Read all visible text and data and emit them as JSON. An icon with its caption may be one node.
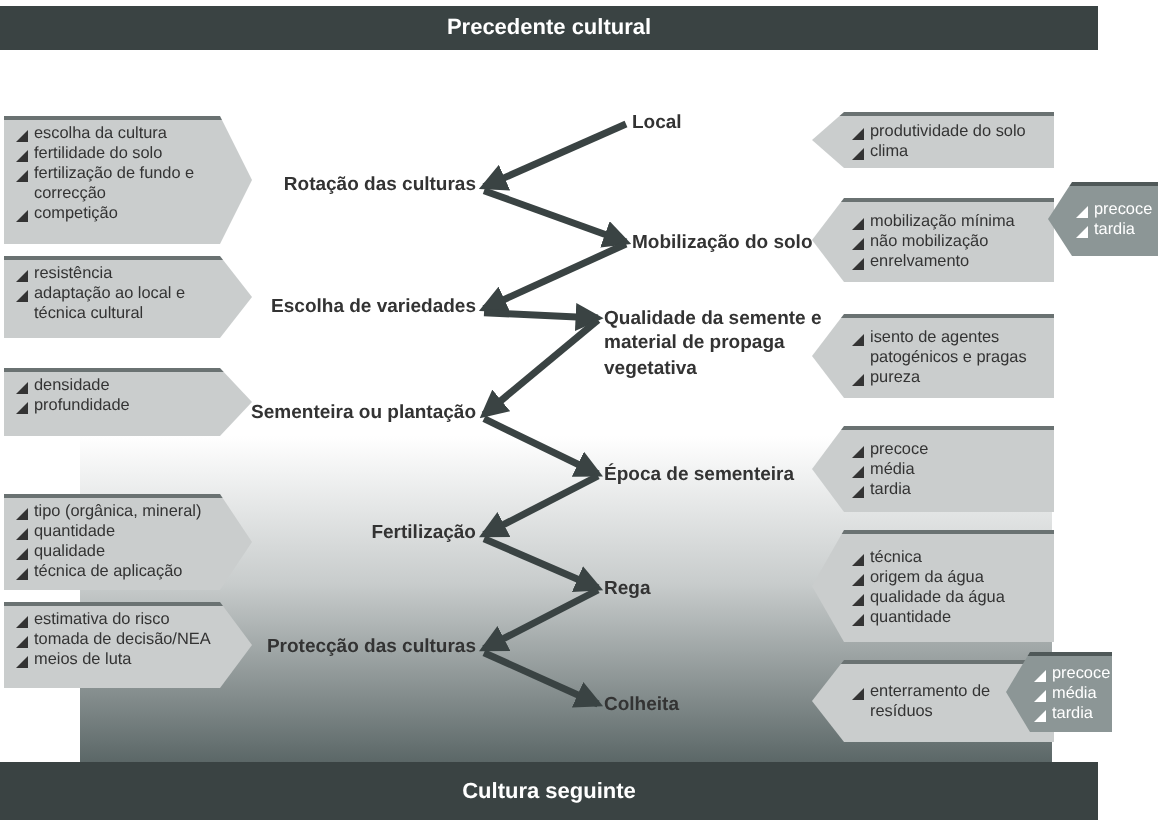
{
  "diagram": {
    "nodes": [
      {
        "text": [
          "Precedente cultural"
        ]
      },
      {
        "text": [
          "Local"
        ]
      },
      {
        "text": [
          "produtividade do solo",
          "clima"
        ]
      },
      {
        "text": [
          "escolha da cultura",
          "fertilidade do solo",
          "fertilização de fundo e correcção",
          "competição"
        ]
      },
      {
        "text": [
          "Rotação das culturas"
        ]
      },
      {
        "text": [
          "Mobilização do solo"
        ]
      },
      {
        "text": [
          "mobilização mínima",
          "não mobilização",
          "enrelvamento"
        ]
      },
      {
        "text": [
          "precoce",
          "tardia"
        ]
      },
      {
        "text": [
          "resistência",
          "adaptação ao local e técnica cultural"
        ]
      },
      {
        "text": [
          "Escolha de variedades"
        ]
      },
      {
        "text": [
          "Qualidade da semente e material de propaga vegetativa"
        ]
      },
      {
        "text": [
          "isento de agentes patogénicos e pragas",
          "pureza"
        ]
      },
      {
        "text": [
          "densidade",
          "profundidade"
        ]
      },
      {
        "text": [
          "Sementeira ou plantação"
        ]
      },
      {
        "text": [
          "Época de sementeira"
        ]
      },
      {
        "text": [
          "precoce",
          "média",
          "tardia"
        ]
      },
      {
        "text": [
          "tipo (orgânica, mineral)",
          "quantidade",
          "qualidade",
          "técnica de aplicação"
        ]
      },
      {
        "text": [
          "Fertilização"
        ]
      },
      {
        "text": [
          "Rega"
        ]
      },
      {
        "text": [
          "técnica",
          "origem da água",
          "qualidade da água",
          "quantidade"
        ]
      },
      {
        "text": [
          "estimativa do risco",
          "tomada de decisão/NEA",
          "meios de luta"
        ]
      },
      {
        "text": [
          "Protecção das culturas"
        ]
      },
      {
        "text": [
          "Colheita"
        ]
      },
      {
        "text": [
          "enterramento de resíduos"
        ]
      },
      {
        "text": [
          "precoce",
          "média",
          "tardia"
        ]
      },
      {
        "text": [
          "Cultura seguinte"
        ]
      }
    ],
    "edges": [
      {
        "from": 1,
        "to": 4,
        "arrow": "to"
      },
      {
        "from": 4,
        "to": 5,
        "arrow": "to"
      },
      {
        "from": 5,
        "to": 9,
        "arrow": "to"
      },
      {
        "from": 9,
        "to": 10,
        "arrow": "to"
      },
      {
        "from": 10,
        "to": 13,
        "arrow": "to"
      },
      {
        "from": 13,
        "to": 14,
        "arrow": "to"
      },
      {
        "from": 14,
        "to": 17,
        "arrow": "to"
      },
      {
        "from": 17,
        "to": 18,
        "arrow": "to"
      },
      {
        "from": 18,
        "to": 21,
        "arrow": "to"
      },
      {
        "from": 21,
        "to": 22,
        "arrow": "to"
      }
    ]
  }
}
